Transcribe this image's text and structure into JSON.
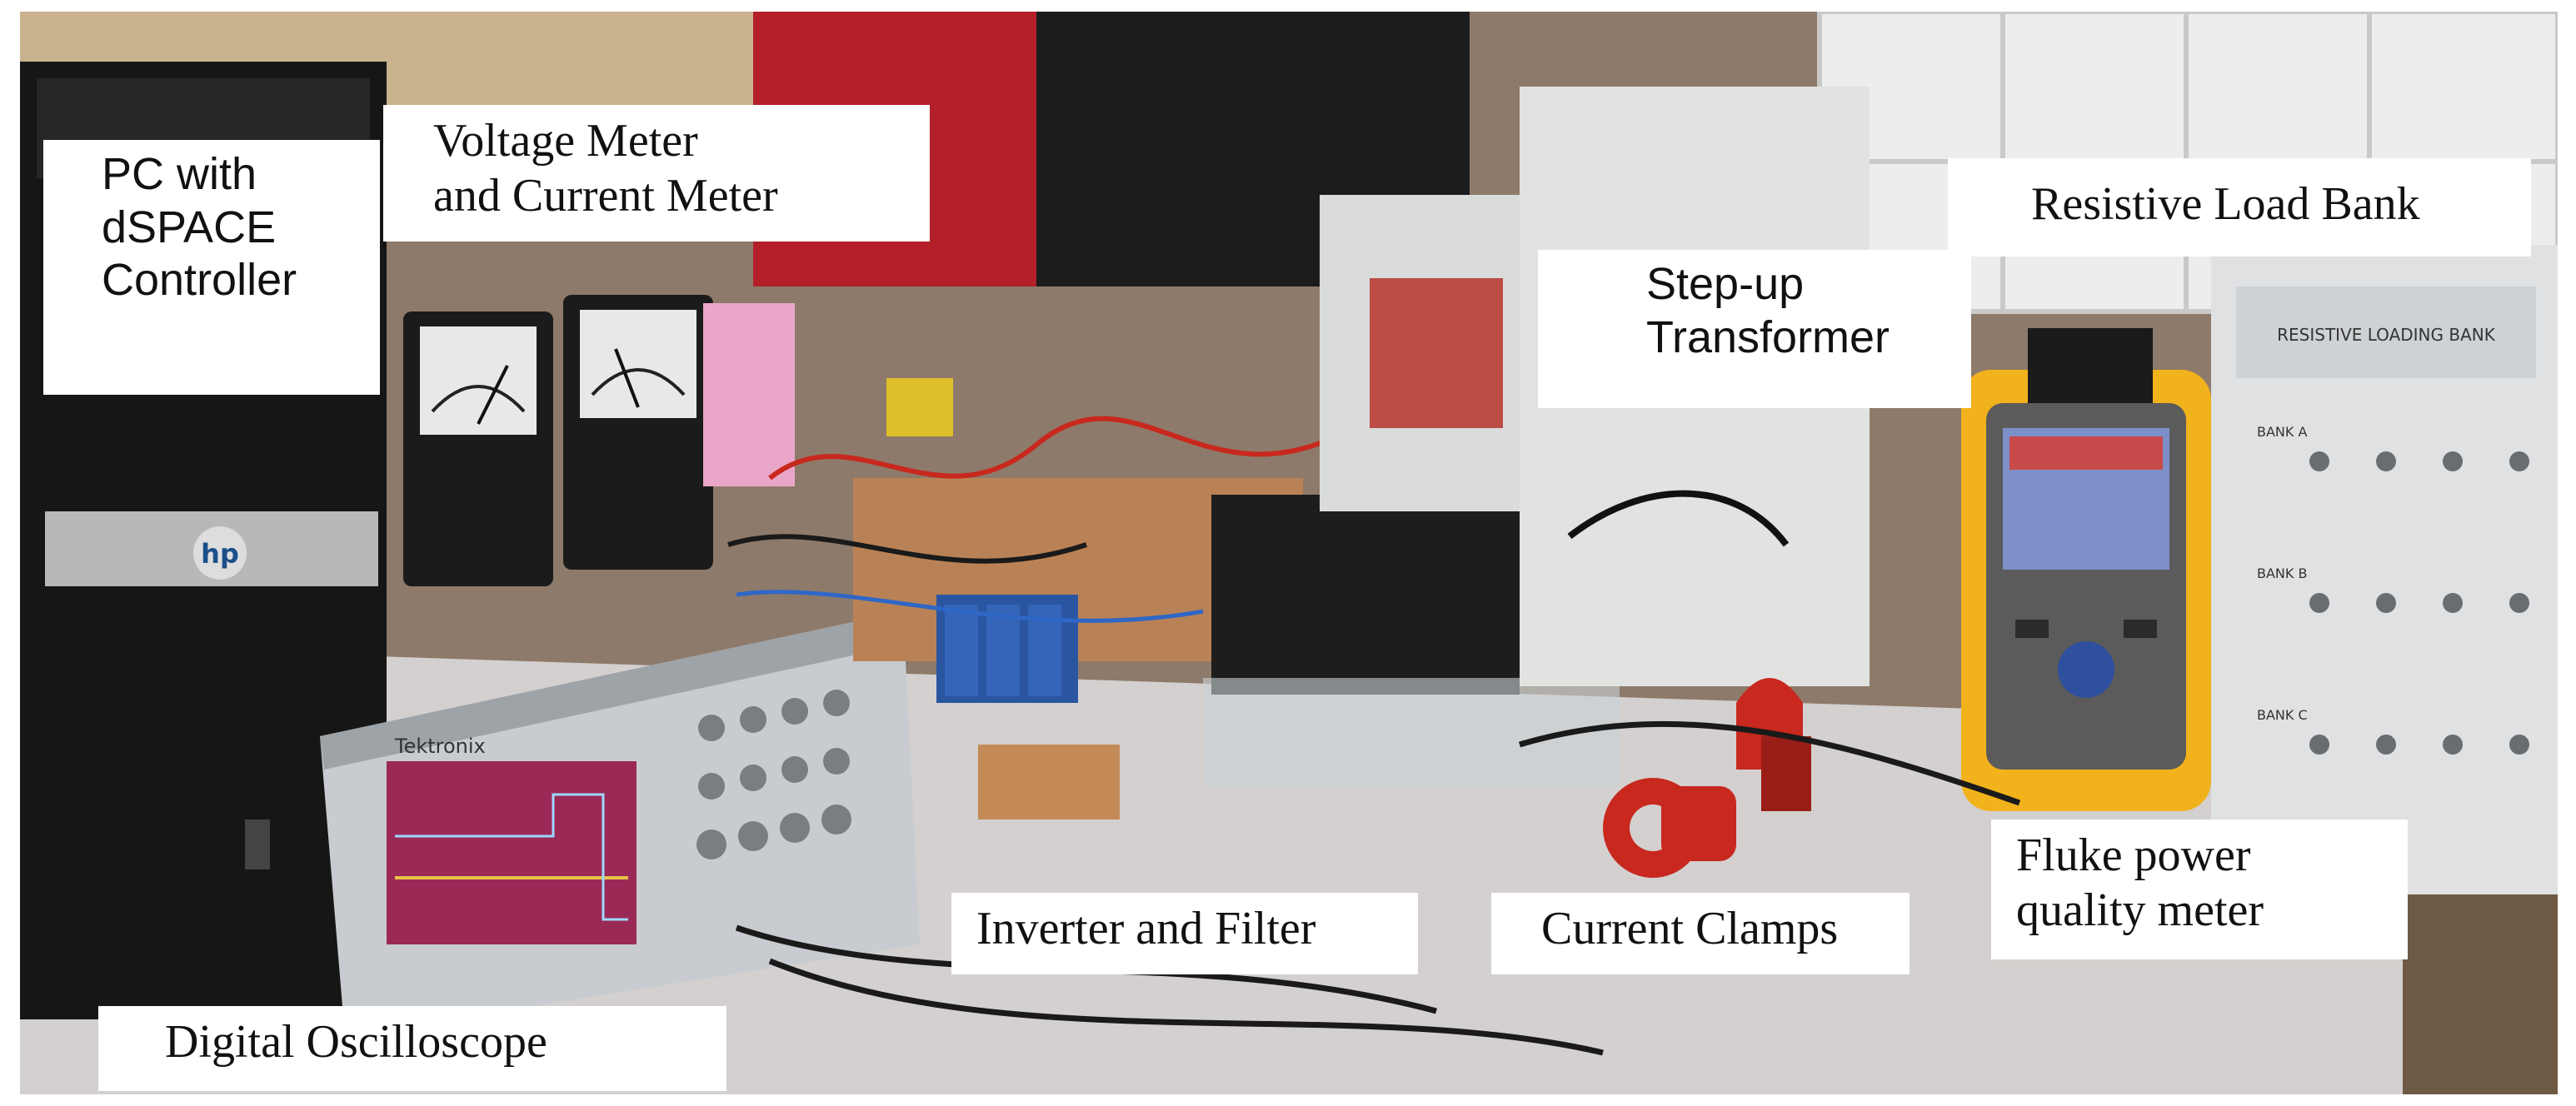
{
  "labels": {
    "pc": [
      "PC with",
      "dSPACE",
      "Controller"
    ],
    "meters": [
      "Voltage Meter",
      "and Current Meter"
    ],
    "transformer": [
      "Step-up",
      "Transformer"
    ],
    "load_bank": "Resistive Load Bank",
    "inverter": "Inverter and Filter",
    "clamps": "Current Clamps",
    "fluke": [
      "Fluke power",
      "quality meter"
    ],
    "oscilloscope": "Digital Oscilloscope"
  },
  "equipment_markings": {
    "pc_brand": "hp",
    "oscilloscope_brand": "Tektronix",
    "load_bank_title": "RESISTIVE LOADING BANK",
    "load_bank_row_a": "BANK A",
    "load_bank_row_b": "BANK B",
    "load_bank_row_c": "BANK C"
  },
  "colors": {
    "fluke_yellow": "#f2b21c",
    "clamp_red": "#c8281e",
    "scope_screen": "#9a2a55",
    "wall_tile": "#e9e9e9",
    "desk": "#cfcccc"
  }
}
